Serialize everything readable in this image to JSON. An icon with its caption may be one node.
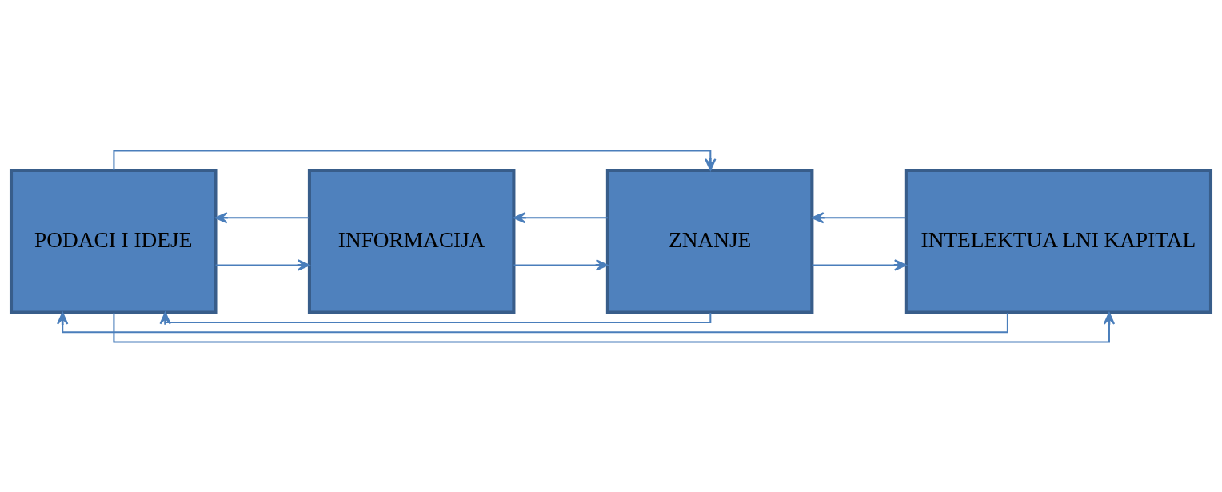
{
  "diagram": {
    "nodes": [
      {
        "text": [
          "PODACI I IDEJE"
        ]
      },
      {
        "text": [
          "INFORMACIJA"
        ]
      },
      {
        "text": [
          "ZNANJE"
        ]
      },
      {
        "text": [
          "INTELEKTUA LNI KAPITAL"
        ]
      }
    ],
    "edges": [
      {
        "from": 0,
        "to": 1,
        "arrow": "to"
      },
      {
        "from": 1,
        "to": 0,
        "arrow": "to"
      },
      {
        "from": 1,
        "to": 2,
        "arrow": "to"
      },
      {
        "from": 2,
        "to": 1,
        "arrow": "to"
      },
      {
        "from": 2,
        "to": 3,
        "arrow": "to"
      },
      {
        "from": 3,
        "to": 2,
        "arrow": "to"
      },
      {
        "from": 2,
        "to": 0,
        "arrow": "to"
      },
      {
        "from": 3,
        "to": 0,
        "arrow": "to"
      },
      {
        "from": 0,
        "to": 2,
        "arrow": "to"
      },
      {
        "from": 0,
        "to": 3,
        "arrow": "to"
      }
    ]
  }
}
